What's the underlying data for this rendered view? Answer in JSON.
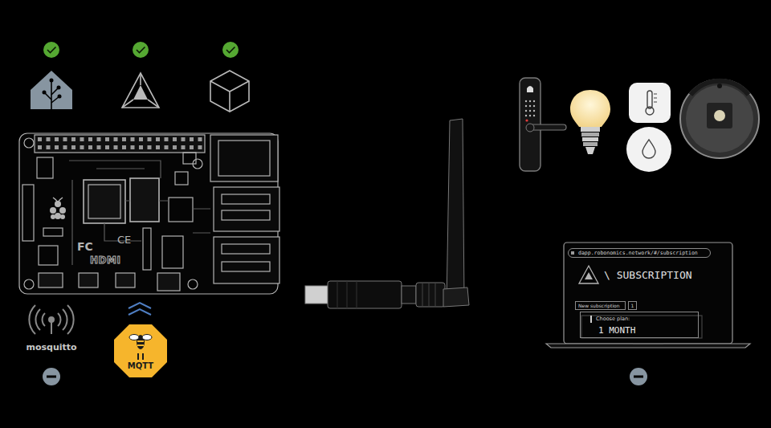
{
  "diagram": {
    "nodes": [
      {
        "text": [
          "dapp.robonomics.network/#/subscription"
        ]
      },
      {
        "text": [
          "New subscription"
        ]
      },
      {
        "text": [
          "1"
        ]
      },
      {
        "text": [
          "Choose plan:",
          "1 MONTH"
        ]
      },
      {
        "text": [
          "MQTT"
        ]
      }
    ],
    "labels": [
      "FC",
      "CE",
      "HDMI",
      "mosquitto",
      "\\ SUBSCRIPTION"
    ]
  }
}
